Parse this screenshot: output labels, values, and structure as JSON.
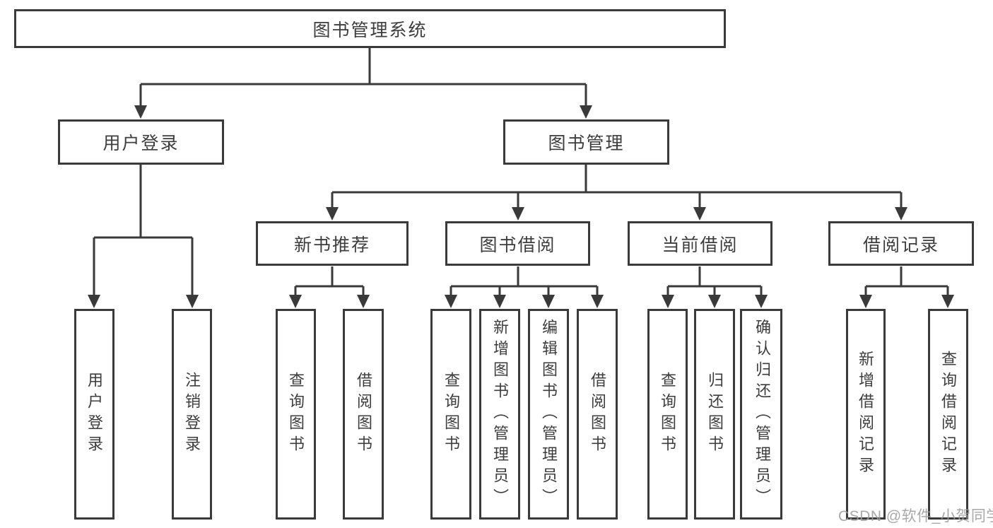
{
  "diagram": {
    "root": {
      "label": "图书管理系统"
    },
    "branches": [
      {
        "label": "用户登录",
        "children": [
          {
            "label": "用户登录"
          },
          {
            "label": "注销登录"
          }
        ]
      },
      {
        "label": "图书管理",
        "children": [
          {
            "label": "新书推荐",
            "children": [
              {
                "label": "查询图书"
              },
              {
                "label": "借阅图书"
              }
            ]
          },
          {
            "label": "图书借阅",
            "children": [
              {
                "label": "查询图书"
              },
              {
                "label": "新增图书（管理员）"
              },
              {
                "label": "编辑图书（管理员）"
              },
              {
                "label": "借阅图书"
              }
            ]
          },
          {
            "label": "当前借阅",
            "children": [
              {
                "label": "查询图书"
              },
              {
                "label": "归还图书"
              },
              {
                "label": "确认归还（管理员）"
              }
            ]
          },
          {
            "label": "借阅记录",
            "children": [
              {
                "label": "新增借阅记录"
              },
              {
                "label": "查询借阅记录"
              }
            ]
          }
        ]
      }
    ]
  },
  "watermark": "CSDN @软件_小贺同学",
  "colors": {
    "line": "#3a3a3a",
    "text": "#3d3d3d",
    "background": "#ffffff",
    "watermark": "#9d9d9d"
  }
}
